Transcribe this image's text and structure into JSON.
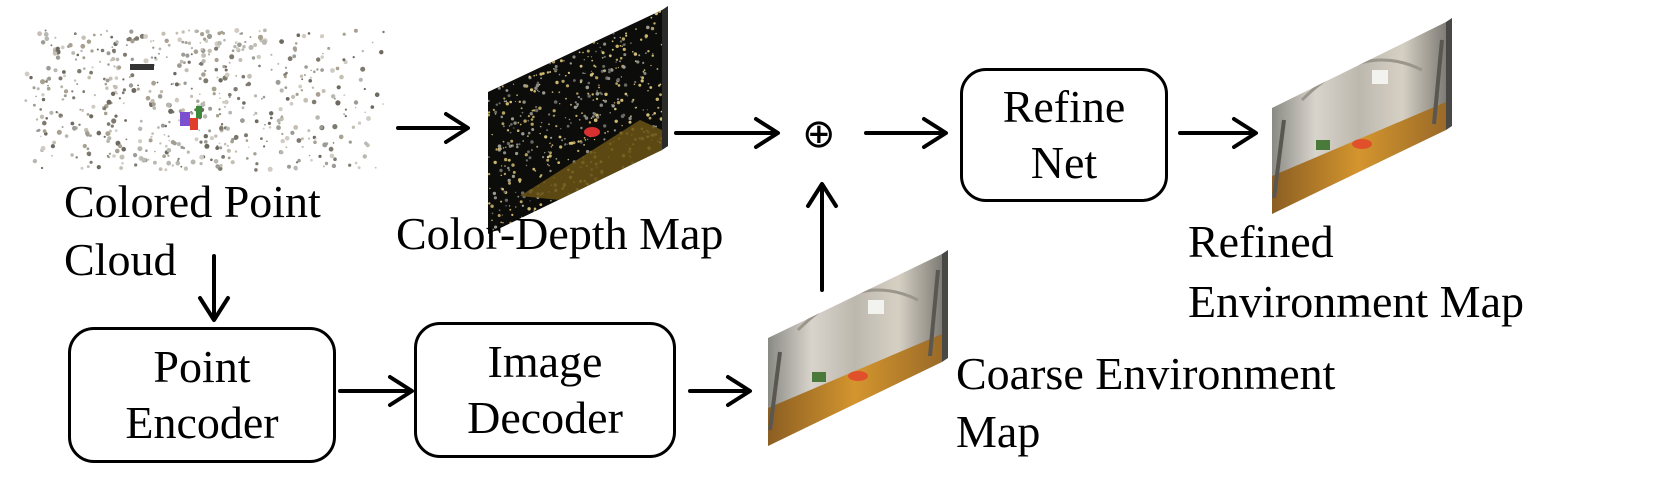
{
  "labels": {
    "colored_point_cloud": [
      "Colored Point",
      "Cloud"
    ],
    "color_depth_map": "Color-Depth Map",
    "coarse_environment_map": [
      "Coarse Environment",
      "Map"
    ],
    "refined_environment_map": [
      "Refined",
      "Environment Map"
    ]
  },
  "boxes": {
    "point_encoder": [
      "Point",
      "Encoder"
    ],
    "image_decoder": [
      "Image",
      "Decoder"
    ],
    "refine_net": [
      "Refine",
      "Net"
    ]
  },
  "operator": "⊕",
  "colors": {
    "stroke": "#000000",
    "background": "#ffffff",
    "panorama_floor": "#c98a2a",
    "panorama_wall": "#cfcac0"
  }
}
